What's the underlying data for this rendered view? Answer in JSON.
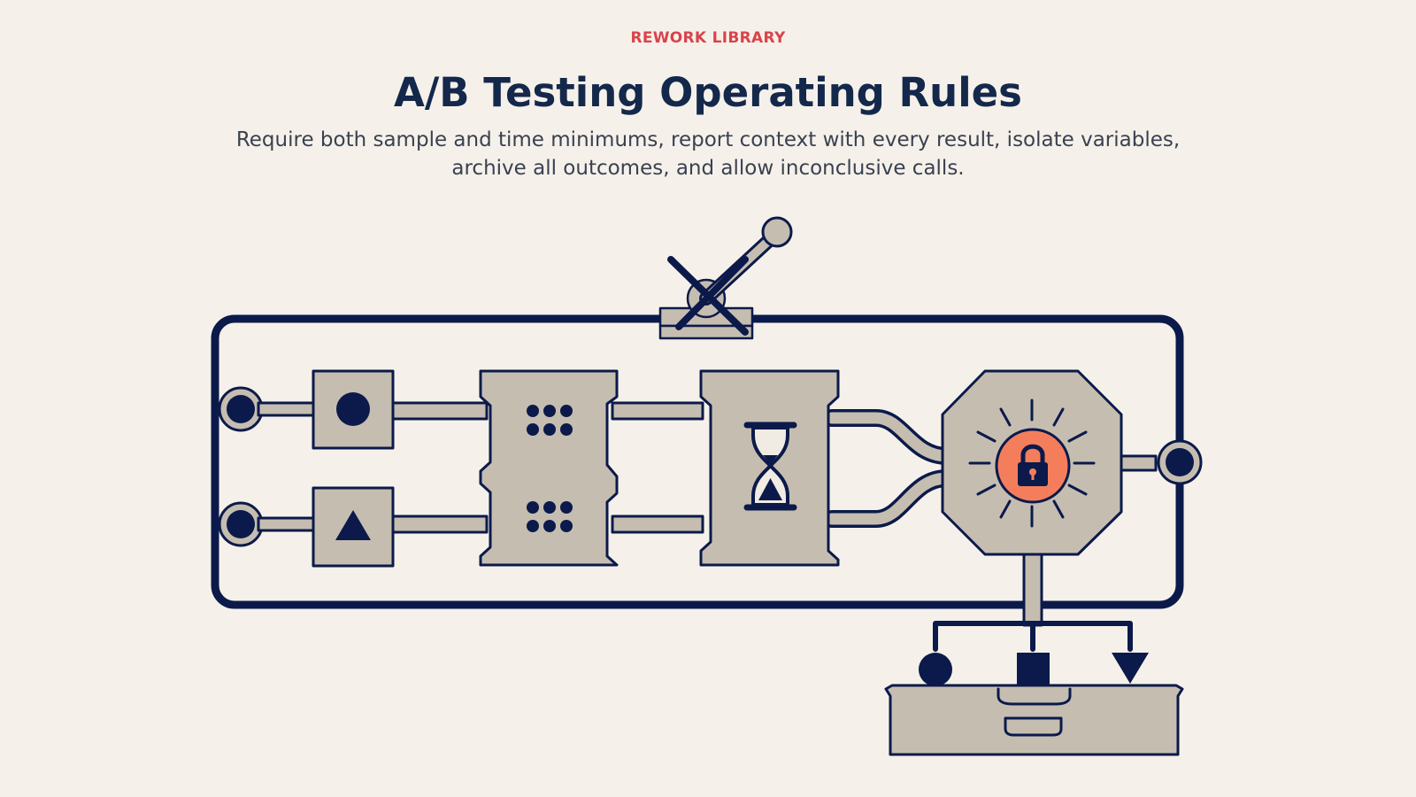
{
  "header": {
    "kicker": "REWORK LIBRARY",
    "title": "A/B Testing Operating Rules",
    "subtitle": "Require both sample and time minimums, report context with every result, isolate variables, archive all outcomes, and allow inconclusive calls."
  },
  "colors": {
    "background": "#f5f1ea",
    "navy": "#0b1a4a",
    "module_fill": "#c6bdb1",
    "accent_orange": "#f47e5c",
    "kicker_red": "#d9434b"
  },
  "icons": {
    "variant_a": "circle-icon",
    "variant_b": "triangle-icon",
    "sample_counter": "dot-grid-icon",
    "time_gate": "hourglass-icon",
    "decision": "lock-icon",
    "override": "disabled-lever-icon",
    "outcomes": [
      "circle-icon",
      "square-icon",
      "triangle-down-icon"
    ],
    "archive": "archive-drawer-icon"
  }
}
